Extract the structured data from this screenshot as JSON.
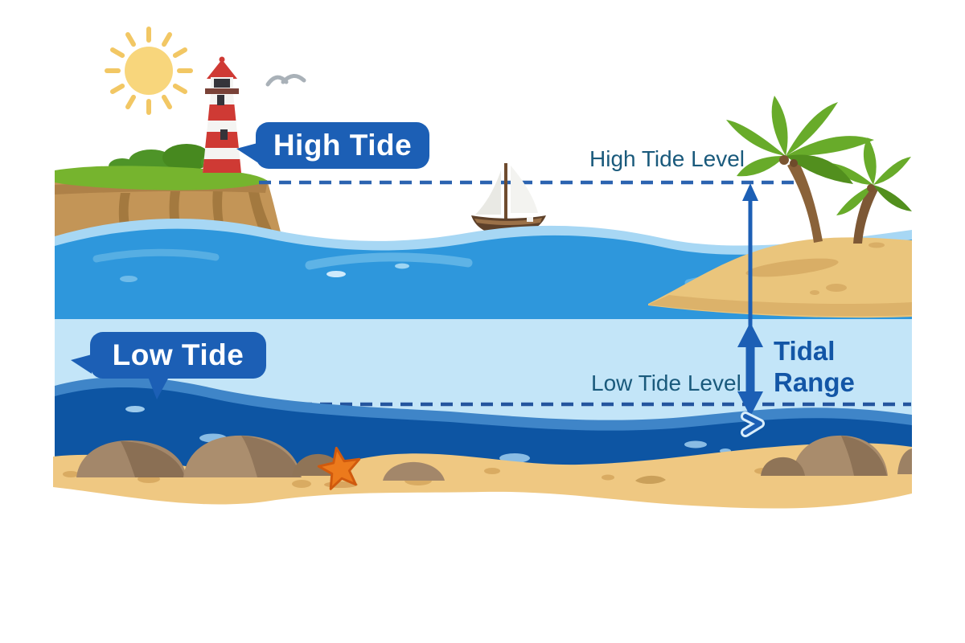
{
  "diagram": {
    "subject": "tide-levels",
    "labels": {
      "high_tide_bubble": "High Tide",
      "low_tide_bubble": "Low Tide",
      "high_tide_level": "High Tide Level",
      "low_tide_level": "Low Tide Level",
      "tidal_range": "Tidal Range"
    },
    "colors": {
      "bubble_blue": "#1c5fb5",
      "arrow_blue": "#1c5fb5",
      "level_text": "#1a5a7c",
      "tidal_range_text": "#1356a6",
      "dashed_line": "#2b63b0",
      "sea_surface": "#2e97dc",
      "sea_surface_edge": "#a7d7f4",
      "low_tide_band": "#c3e5f8",
      "deep_water": "#0d55a3",
      "sand": "#efc882",
      "grass": "#76b42e",
      "cliff": "#c39557",
      "sun": "#f8d67c",
      "starfish": "#ec7a1c",
      "lighthouse_red": "#cf3a34"
    },
    "icons": [
      "sun-icon",
      "seagull-icon",
      "lighthouse-icon",
      "sailboat-icon",
      "palm-trees-icon",
      "starfish-icon",
      "rock-icon",
      "chevron-wave-icon"
    ]
  }
}
